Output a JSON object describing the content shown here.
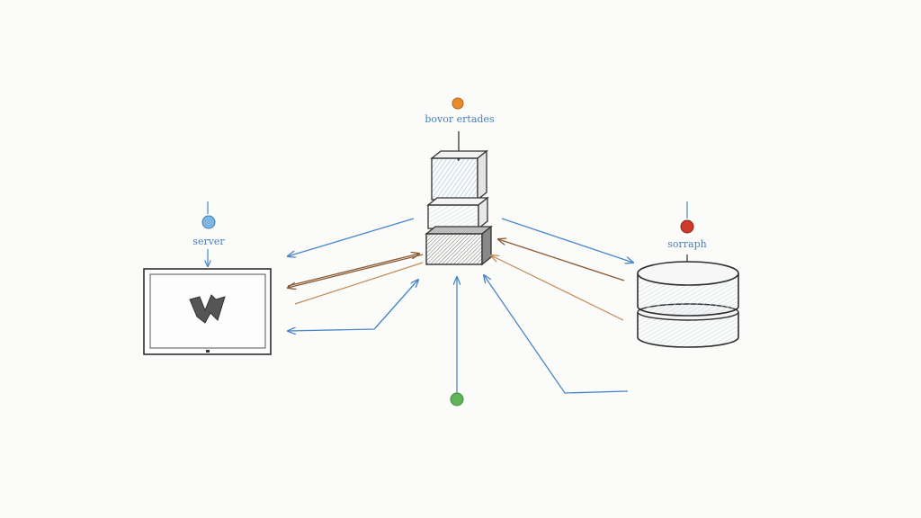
{
  "labels": {
    "top": "bovor ertades",
    "left": "server",
    "right": "sorraph"
  },
  "colors": {
    "background": "#fbfbfa",
    "ink": "#2b2b2b",
    "blue": "#4a86c8",
    "brown": "#8a5a35",
    "tan": "#c48a55",
    "label": "#4a7fb8",
    "dot_orange": "#e98b2a",
    "dot_blue": "#7fb6e0",
    "dot_red": "#cc3b2b",
    "dot_green": "#5fb55a"
  },
  "icons": {
    "left_node": "monitor-icon",
    "center_node": "server-stack-icon",
    "right_node": "database-icon"
  }
}
